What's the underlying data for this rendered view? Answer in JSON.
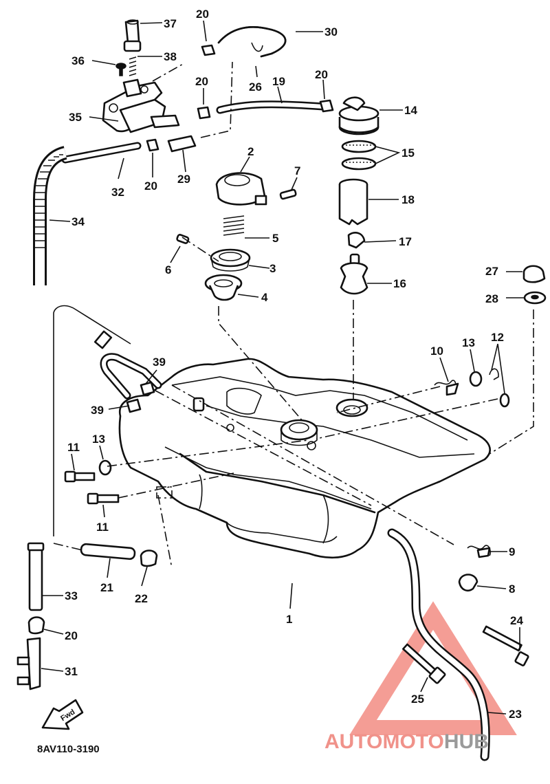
{
  "diagram": {
    "drawing_code": "8AV110-3190",
    "callouts": [
      {
        "id": "c37",
        "text": "37"
      },
      {
        "id": "c20a",
        "text": "20"
      },
      {
        "id": "c30",
        "text": "30"
      },
      {
        "id": "c36",
        "text": "36"
      },
      {
        "id": "c38",
        "text": "38"
      },
      {
        "id": "c26",
        "text": "26"
      },
      {
        "id": "c20b",
        "text": "20"
      },
      {
        "id": "c19",
        "text": "19"
      },
      {
        "id": "c20c",
        "text": "20"
      },
      {
        "id": "c14",
        "text": "14"
      },
      {
        "id": "c35",
        "text": "35"
      },
      {
        "id": "c15",
        "text": "15"
      },
      {
        "id": "c2",
        "text": "2"
      },
      {
        "id": "c7",
        "text": "7"
      },
      {
        "id": "c32",
        "text": "32"
      },
      {
        "id": "c20d",
        "text": "20"
      },
      {
        "id": "c29",
        "text": "29"
      },
      {
        "id": "c18",
        "text": "18"
      },
      {
        "id": "c34",
        "text": "34"
      },
      {
        "id": "c5",
        "text": "5"
      },
      {
        "id": "c17",
        "text": "17"
      },
      {
        "id": "c6",
        "text": "6"
      },
      {
        "id": "c3",
        "text": "3"
      },
      {
        "id": "c27",
        "text": "27"
      },
      {
        "id": "c16",
        "text": "16"
      },
      {
        "id": "c4",
        "text": "4"
      },
      {
        "id": "c28",
        "text": "28"
      },
      {
        "id": "c10",
        "text": "10"
      },
      {
        "id": "c13a",
        "text": "13"
      },
      {
        "id": "c12",
        "text": "12"
      },
      {
        "id": "c39a",
        "text": "39"
      },
      {
        "id": "c39b",
        "text": "39"
      },
      {
        "id": "c11a",
        "text": "11"
      },
      {
        "id": "c13b",
        "text": "13"
      },
      {
        "id": "c11b",
        "text": "11"
      },
      {
        "id": "c9",
        "text": "9"
      },
      {
        "id": "c8",
        "text": "8"
      },
      {
        "id": "c33",
        "text": "33"
      },
      {
        "id": "c21",
        "text": "21"
      },
      {
        "id": "c22",
        "text": "22"
      },
      {
        "id": "c1",
        "text": "1"
      },
      {
        "id": "c24",
        "text": "24"
      },
      {
        "id": "c20e",
        "text": "20"
      },
      {
        "id": "c31",
        "text": "31"
      },
      {
        "id": "c25",
        "text": "25"
      },
      {
        "id": "c23",
        "text": "23"
      }
    ],
    "front_arrow_label": "Fwd"
  },
  "watermark": {
    "part1": "AUTO",
    "part2": "MOTO",
    "part3": "HUB",
    "color_red": "#f0928a",
    "color_grey": "#9a9a9a"
  }
}
